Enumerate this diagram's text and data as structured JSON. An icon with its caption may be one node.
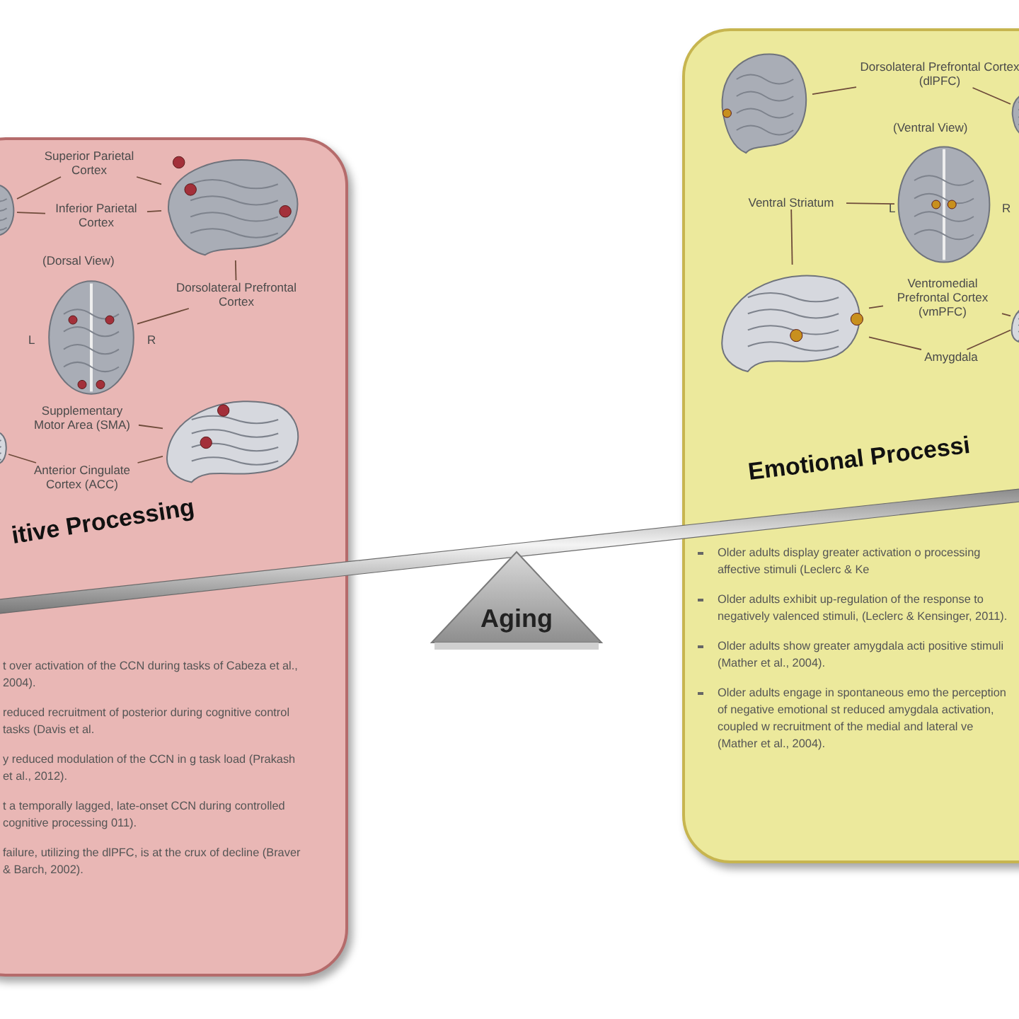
{
  "diagram": {
    "nodes": [
      {
        "text": [
          "itive Processing",
          "t over activation of the CCN during tasks of Cabeza et al., 2004).",
          "reduced recruitment of posterior during cognitive control tasks (Davis et al.",
          "y reduced modulation of the CCN in g task load (Prakash et al., 2012).",
          "t a temporally lagged, late-onset CCN during controlled cognitive processing 011).",
          "failure, utilizing the dlPFC, is at the crux of decline (Braver & Barch, 2002)."
        ]
      },
      {
        "text": [],
        "shape": "picture",
        "in": 0
      },
      {
        "text": [
          "Superior Parietal Cortex"
        ],
        "in": 0
      },
      {
        "text": [],
        "shape": "picture",
        "in": 0
      },
      {
        "text": [
          "Inferior Parietal Cortex"
        ],
        "in": 0
      },
      {
        "text": [],
        "shape": "picture",
        "in": 0,
        "beside": [
          "(Dorsal View)"
        ]
      },
      {
        "text": [
          "Dorsolateral Prefrontal Cortex"
        ],
        "in": 0
      },
      {
        "text": [
          "Supplementary Motor Area (SMA)"
        ],
        "in": 0
      },
      {
        "text": [],
        "shape": "picture",
        "in": 0
      },
      {
        "text": [],
        "shape": "picture",
        "in": 0
      },
      {
        "text": [
          "Anterior Cingulate Cortex (ACC)"
        ],
        "in": 0
      },
      {
        "text": [
          "Emotional Processi",
          "Older adults display greater activation o processing affective stimuli (Leclerc & Ke",
          "Older adults exhibit up-regulation of the response to negatively valenced stimuli, (Leclerc & Kensinger, 2011).",
          "Older adults show greater amygdala acti positive stimuli (Mather et al., 2004).",
          "Older adults engage in spontaneous emo the perception of negative emotional st reduced amygdala activation, coupled w recruitment of the medial and lateral ve (Mather et al., 2004)."
        ]
      },
      {
        "text": [],
        "shape": "picture",
        "in": 11
      },
      {
        "text": [
          "Dorsolateral Prefrontal Cortex (dlPFC)"
        ],
        "in": 11
      },
      {
        "text": [],
        "shape": "picture",
        "in": 11
      },
      {
        "text": [],
        "shape": "picture",
        "in": 11,
        "beside": [
          "(Ventral View)"
        ]
      },
      {
        "text": [
          "Ventral Striatum"
        ],
        "in": 11
      },
      {
        "text": [
          "Ventromedial Prefrontal Cortex (vmPFC)"
        ],
        "in": 11
      },
      {
        "text": [],
        "shape": "picture",
        "in": 11
      },
      {
        "text": [],
        "shape": "picture",
        "in": 11
      },
      {
        "text": [
          "Amygdala"
        ],
        "in": 11
      },
      {
        "text": [
          "Aging"
        ]
      }
    ],
    "edges": [
      {
        "from": 2,
        "to": 3,
        "arrow": "none"
      },
      {
        "from": 2,
        "to": 1,
        "arrow": "none"
      },
      {
        "from": 4,
        "to": 1,
        "arrow": "none"
      },
      {
        "from": 4,
        "to": 3,
        "arrow": "none"
      },
      {
        "from": 6,
        "to": 3,
        "arrow": "none"
      },
      {
        "from": 6,
        "to": 5,
        "arrow": "none"
      },
      {
        "from": 7,
        "to": 8,
        "arrow": "none"
      },
      {
        "from": 10,
        "to": 8,
        "arrow": "none"
      },
      {
        "from": 10,
        "to": 9,
        "arrow": "none"
      },
      {
        "from": 13,
        "to": 12,
        "arrow": "none"
      },
      {
        "from": 13,
        "to": 14,
        "arrow": "none"
      },
      {
        "from": 16,
        "to": 15,
        "arrow": "none"
      },
      {
        "from": 16,
        "to": 18,
        "arrow": "none"
      },
      {
        "from": 17,
        "to": 18,
        "arrow": "none"
      },
      {
        "from": 17,
        "to": 19,
        "arrow": "none"
      },
      {
        "from": 20,
        "to": 18,
        "arrow": "none"
      },
      {
        "from": 20,
        "to": 19,
        "arrow": "none"
      }
    ],
    "labels": [
      "L",
      "R",
      "L",
      "R"
    ]
  }
}
